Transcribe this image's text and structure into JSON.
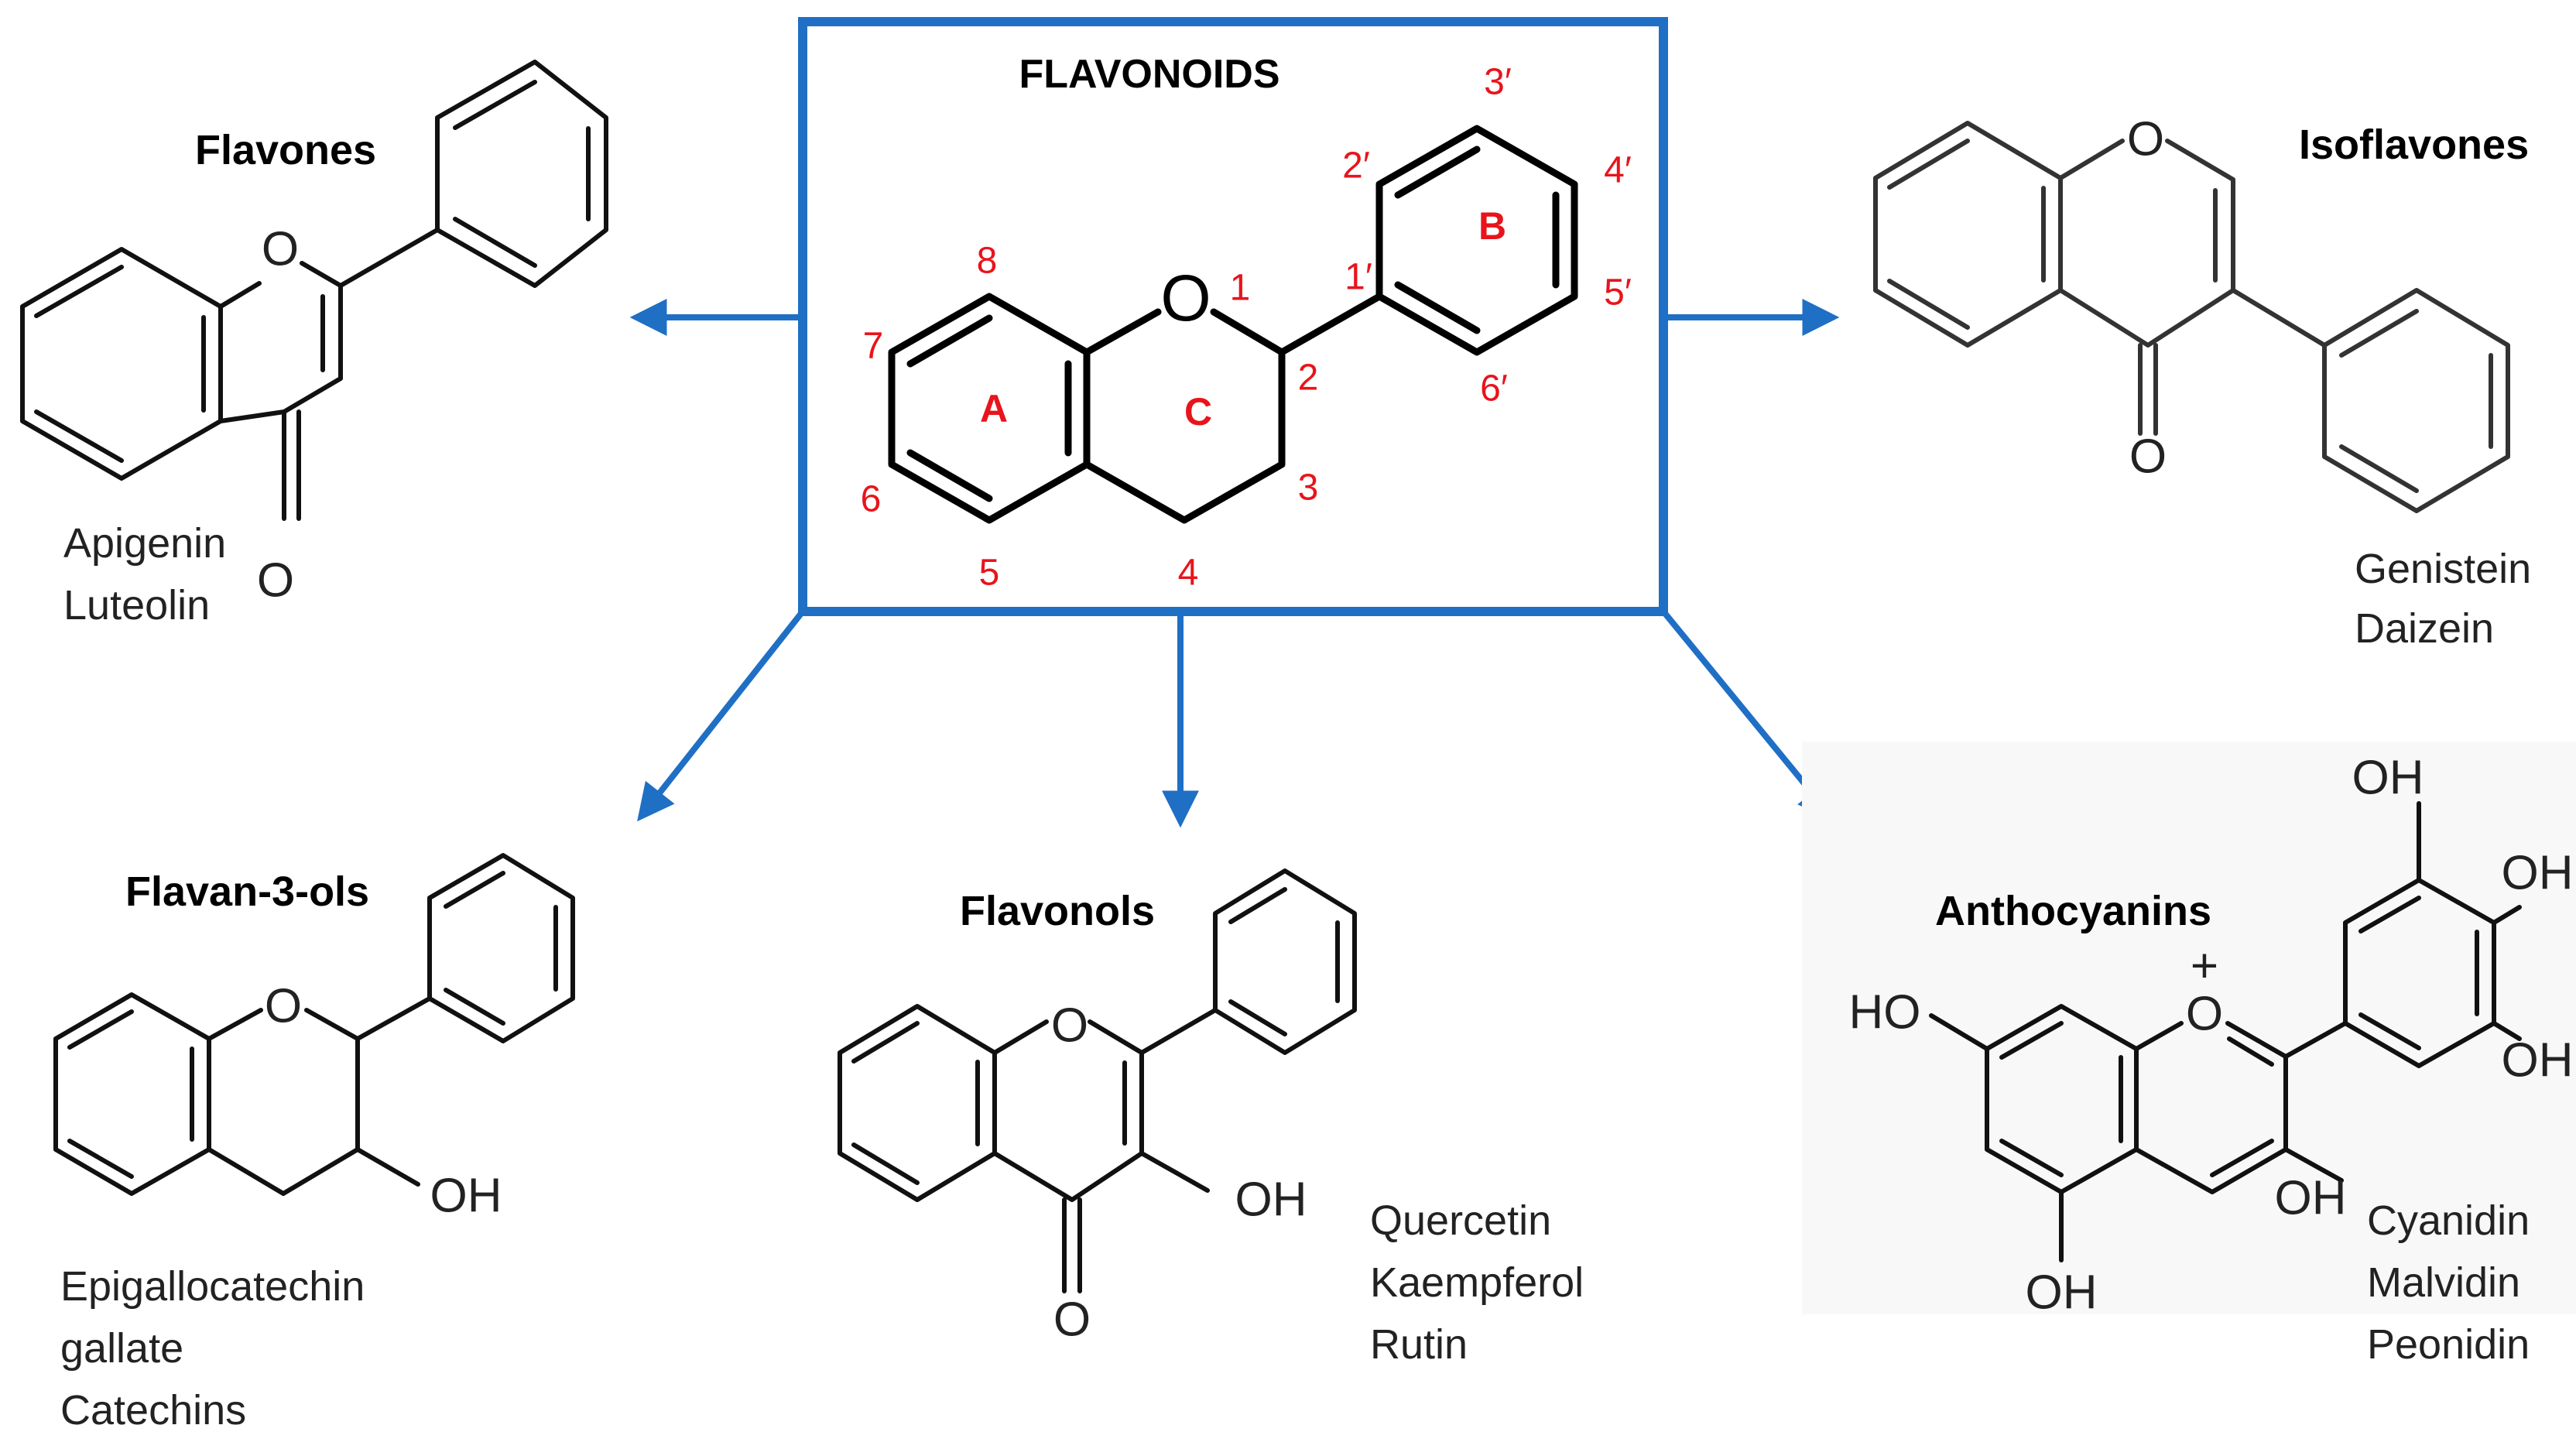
{
  "colors": {
    "accent": "#1f6fc5",
    "label_red": "#e8141b",
    "bonds": "#111111",
    "panel_bg": "#f8f8f8"
  },
  "core": {
    "title": "FLAVONOIDS",
    "oxygen": "O",
    "rings": [
      "A",
      "C",
      "B"
    ],
    "positions": [
      "8",
      "7",
      "6",
      "5",
      "4",
      "3",
      "2",
      "1",
      "1′",
      "2′",
      "3′",
      "4′",
      "5′",
      "6′"
    ]
  },
  "classes": [
    {
      "name": "Flavones",
      "examples": [
        "Apigenin",
        "Luteolin"
      ],
      "atoms": [
        "O",
        "O"
      ]
    },
    {
      "name": "Isoflavones",
      "examples": [
        "Genistein",
        "Daizein"
      ],
      "atoms": [
        "O",
        "O"
      ]
    },
    {
      "name": "Flavan-3-ols",
      "examples": [
        "Epigallocatechin",
        "gallate",
        "Catechins"
      ],
      "atoms": [
        "O",
        "OH"
      ]
    },
    {
      "name": "Flavonols",
      "examples": [
        "Quercetin",
        "Kaempferol",
        "Rutin"
      ],
      "atoms": [
        "O",
        "OH",
        "O"
      ]
    },
    {
      "name": "Anthocyanins",
      "examples": [
        "Cyanidin",
        "Malvidin",
        "Peonidin"
      ],
      "atoms": [
        "O",
        "+",
        "HO",
        "OH",
        "OH",
        "OH",
        "OH",
        "OH"
      ]
    }
  ]
}
